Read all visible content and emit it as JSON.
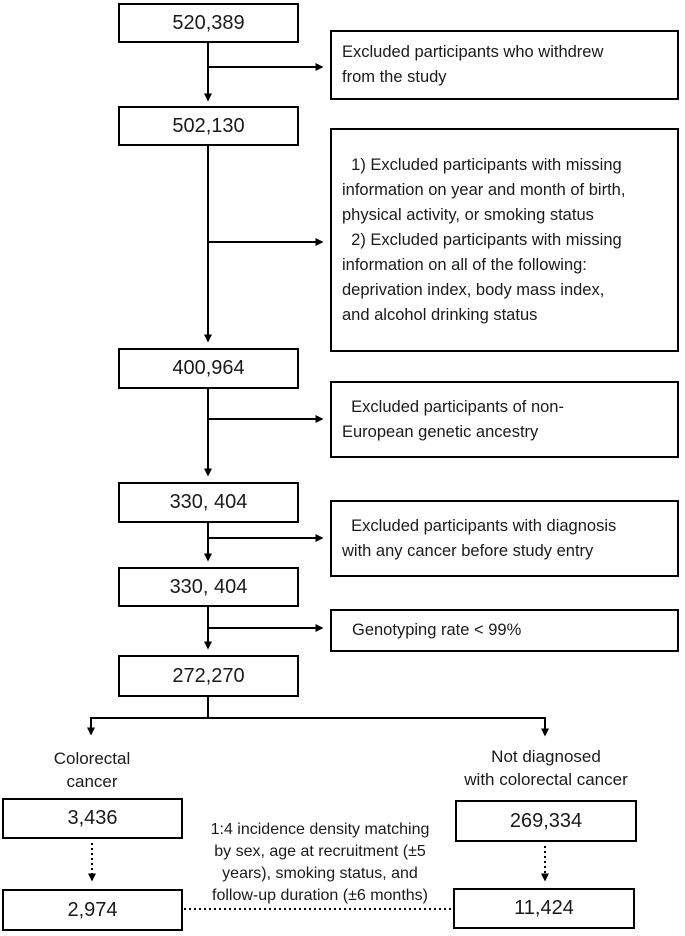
{
  "diagram": {
    "main_boxes": [
      "520,389",
      "502,130",
      "400,964",
      "330, 404",
      "330, 404",
      "272,270"
    ],
    "exclusions": [
      "Excluded participants who withdrew\nfrom the study",
      "  1) Excluded participants with missing\ninformation on year and month of birth,\nphysical activity, or smoking status\n  2) Excluded participants with missing\ninformation on all of the following:\ndeprivation index, body mass index,\nand alcohol drinking status",
      "  Excluded participants of non-\nEuropean genetic ancestry",
      "  Excluded participants with diagnosis\nwith any cancer before study entry",
      "Genotyping rate < 99%"
    ],
    "outcomes": {
      "left": {
        "label": "Colorectal\ncancer",
        "initial": "3,436",
        "matched": "2,974"
      },
      "right": {
        "label": "Not diagnosed\nwith colorectal cancer",
        "initial": "269,334",
        "matched": "11,424"
      }
    },
    "matching_note": "1:4 incidence density matching\nby sex, age at recruitment (±5\nyears), smoking status, and\nfollow-up duration (±6 months)",
    "colors": {
      "line": "#000000",
      "text": "#1a1a1a",
      "background": "#ffffff"
    }
  }
}
